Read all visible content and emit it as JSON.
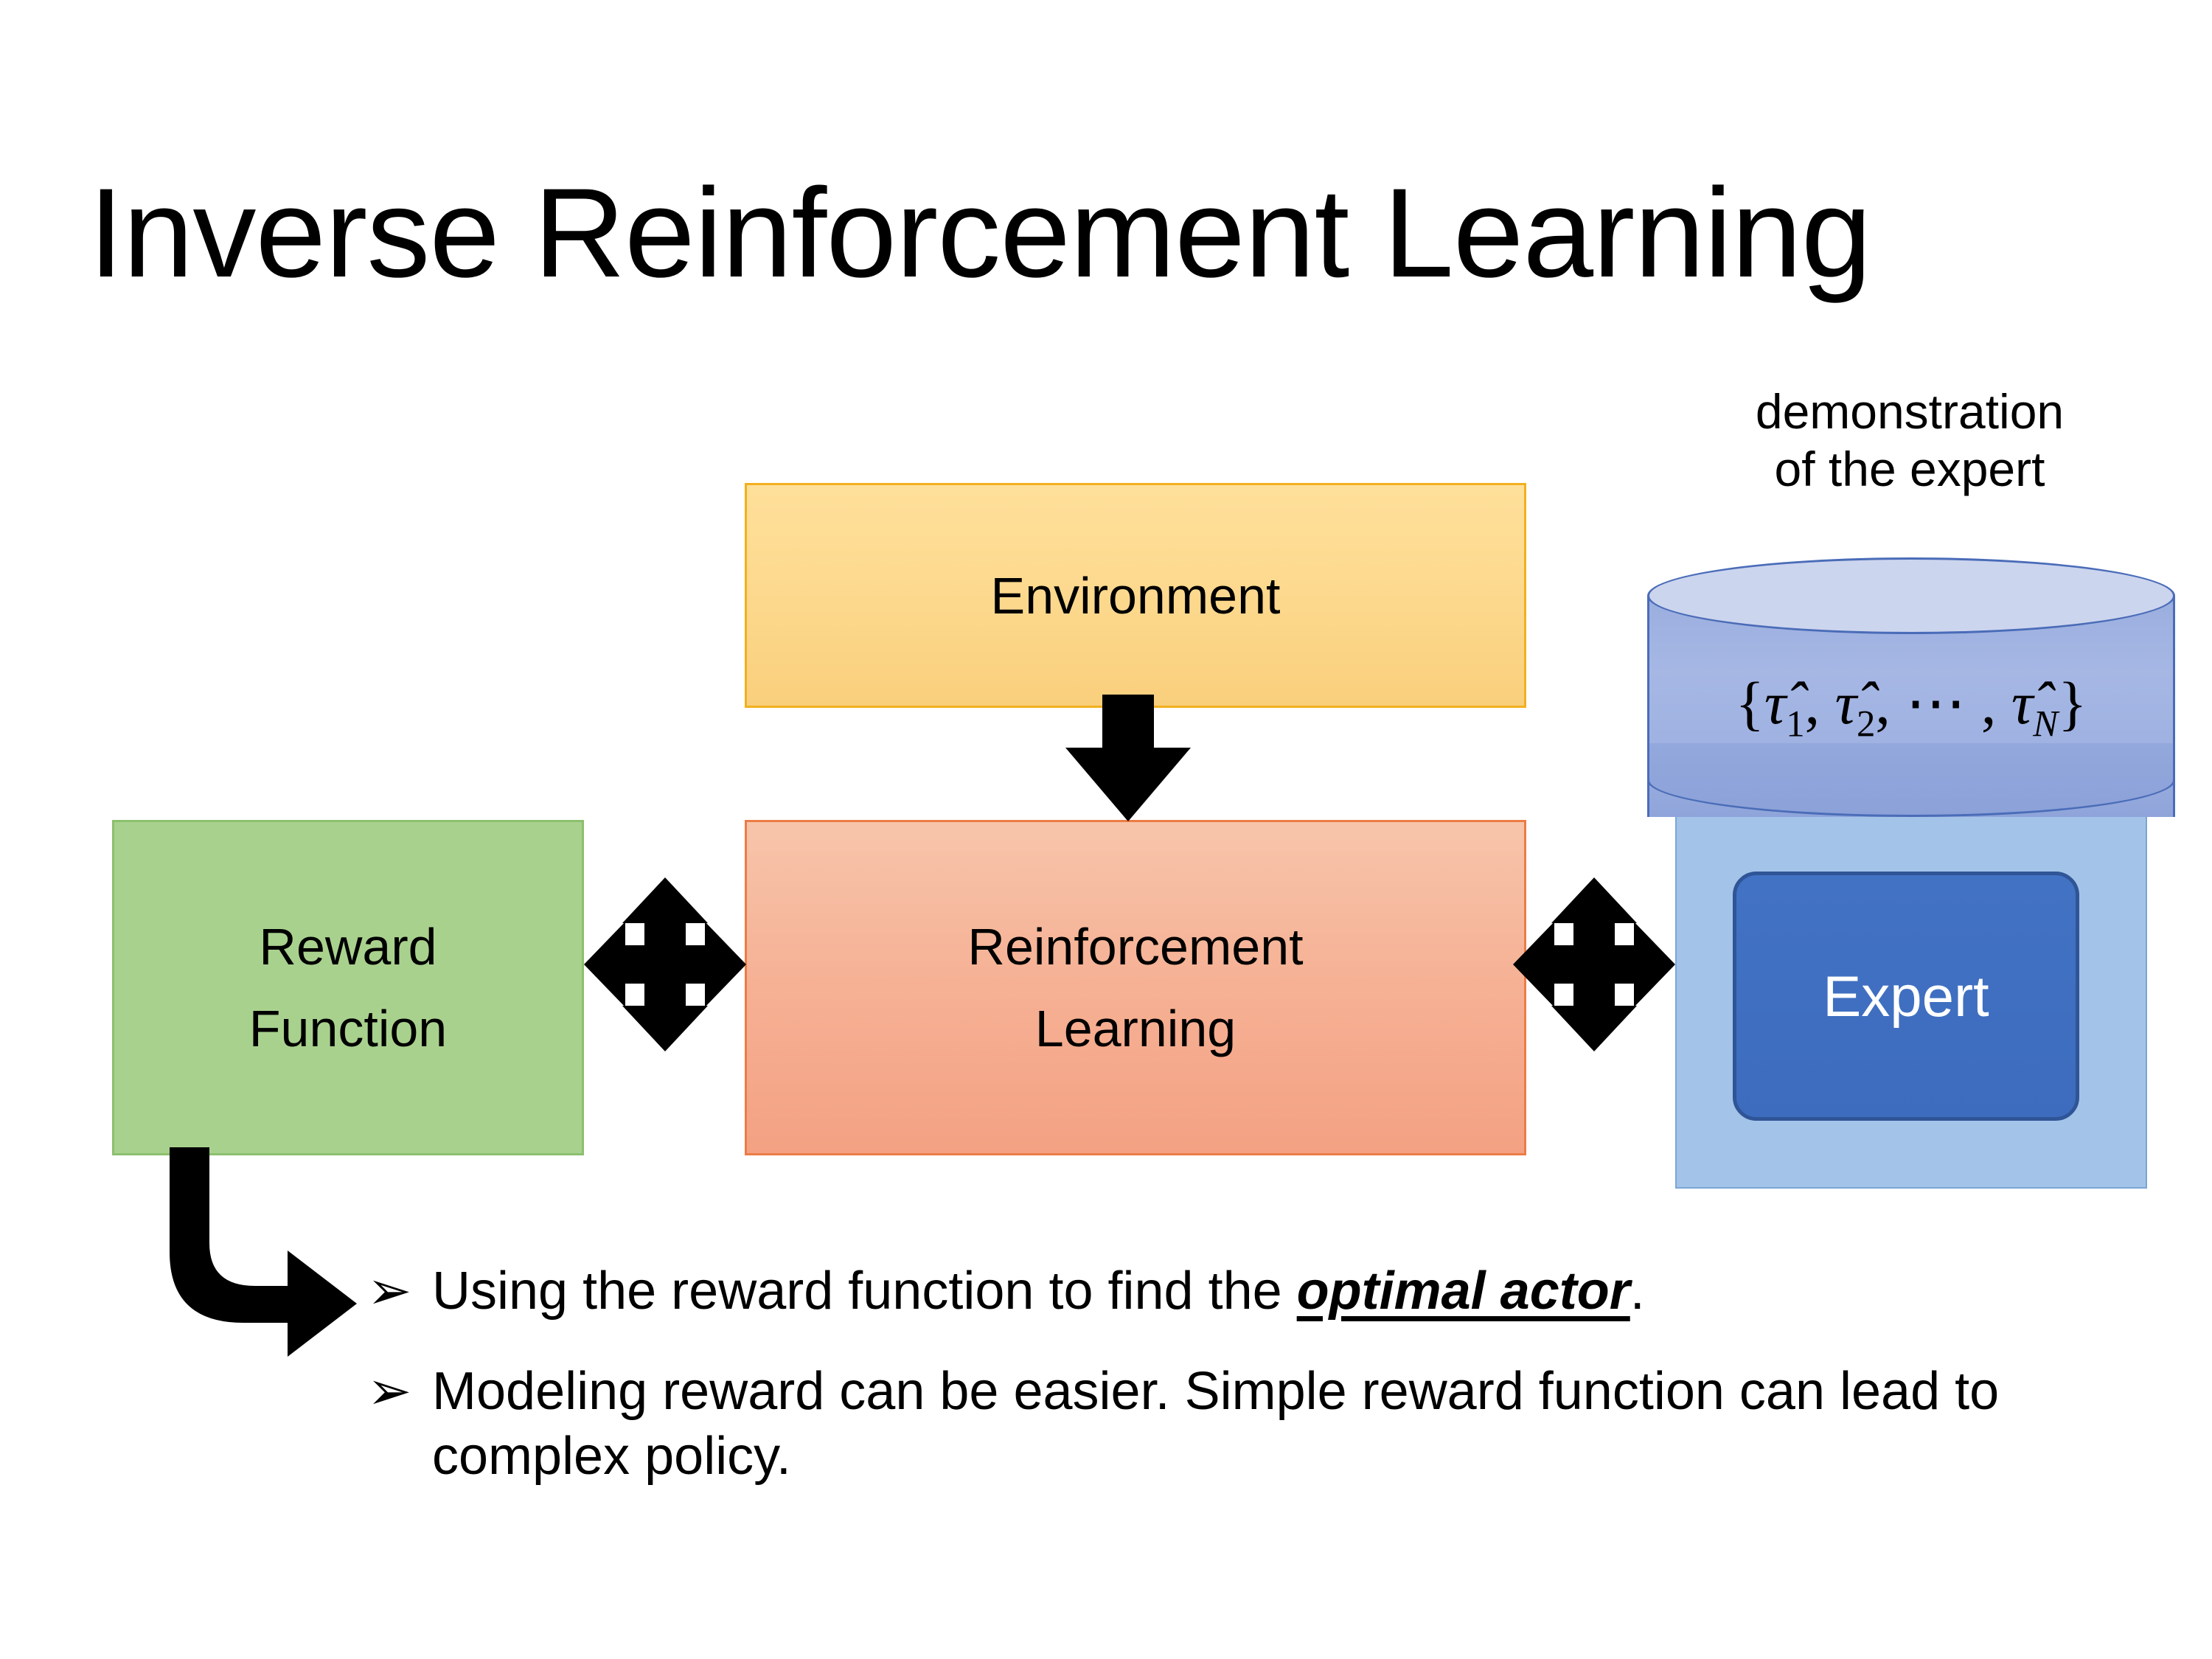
{
  "slide": {
    "title": "Inverse Reinforcement Learning",
    "background_color": "#ffffff"
  },
  "diagram": {
    "environment": {
      "label": "Environment",
      "fill_color": "#fcd88c",
      "border_color": "#f2b01e"
    },
    "reinforcement_learning": {
      "label_line1": "Reinforcement",
      "label_line2": "Learning",
      "fill_color": "#f6b296",
      "border_color": "#ec7c45"
    },
    "reward_function": {
      "label_line1": "Reward",
      "label_line2": "Function",
      "fill_color": "#a9d18e",
      "border_color": "#8cc06e"
    },
    "demonstration": {
      "caption_line1": "demonstration",
      "caption_line2": "of the expert",
      "formula_open": "{",
      "formula_tau1": "τ̂",
      "formula_sub1": "1",
      "formula_sep1": ", ",
      "formula_tau2": "τ̂",
      "formula_sub2": "2",
      "formula_sep2": ", ⋯ , ",
      "formula_tauN": "τ̂",
      "formula_subN": "N",
      "formula_close": "}",
      "formula_plain": "{τ̂1, τ̂2, ⋯ , τ̂N}",
      "cylinder_fill_color": "#9eb1e1",
      "cylinder_top_color": "#ccd5ee",
      "cylinder_border_color": "#4a6cb8"
    },
    "expert": {
      "label": "Expert",
      "fill_color": "#3f6ec4",
      "border_color": "#2f5597",
      "text_color": "#ffffff",
      "panel_color": "#a3c4e8"
    },
    "connectors": {
      "env_to_rl": "down-arrow",
      "reward_to_rl": "double-headed-arrow",
      "rl_to_expert": "double-headed-arrow",
      "reward_to_bullets": "bent-elbow-arrow",
      "arrow_color": "#000000"
    }
  },
  "bullets": [
    {
      "marker": "➢",
      "text_before": "Using the reward function to find the ",
      "text_emphasis": "optimal actor",
      "text_after": "."
    },
    {
      "marker": "➢",
      "text_before": "Modeling reward can be easier. Simple reward function can lead to complex policy.",
      "text_emphasis": "",
      "text_after": ""
    }
  ]
}
